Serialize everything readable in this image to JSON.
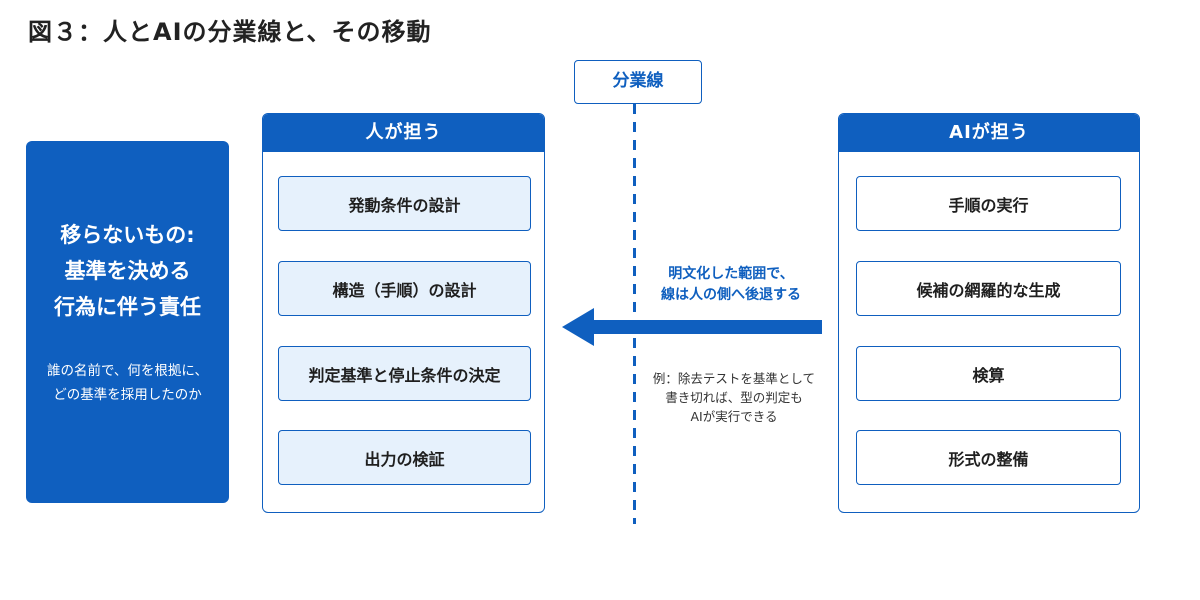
{
  "title": "図３：人とAIの分業線と、その移動",
  "stays": {
    "title_lines": [
      "移らないもの:",
      "基準を決める",
      "行為に伴う責任"
    ],
    "note_lines": [
      "誰の名前で、何を根拠に、",
      "どの基準を採用したのか"
    ]
  },
  "human": {
    "header": "人が担う",
    "items": [
      "発動条件の設計",
      "構造（手順）の設計",
      "判定基準と停止条件の決定",
      "出力の検証"
    ]
  },
  "ai": {
    "header": "AIが担う",
    "items": [
      "手順の実行",
      "候補の網羅的な生成",
      "検算",
      "形式の整備"
    ]
  },
  "boundary": {
    "label": "分業線",
    "move_lines": [
      "明文化した範囲で、",
      "線は人の側へ後退する"
    ],
    "example_lines": [
      "例：除去テストを基準として",
      "書き切れば、型の判定も",
      "AIが実行できる"
    ]
  },
  "colors": {
    "accent": "#0f5fbf",
    "light_fill": "#e6f1fc"
  },
  "icons": {
    "arrow": "arrow-left-icon"
  }
}
